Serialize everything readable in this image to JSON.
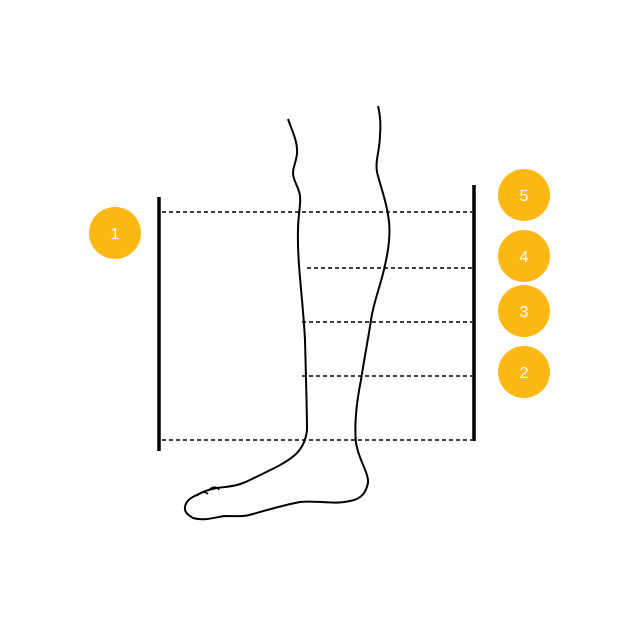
{
  "colors": {
    "badge": "#FDB813",
    "badge_text": "#FFFFFF",
    "line": "#000000"
  },
  "badges": [
    {
      "id": "1",
      "label": "1"
    },
    {
      "id": "5",
      "label": "5"
    },
    {
      "id": "4",
      "label": "4"
    },
    {
      "id": "3",
      "label": "3"
    },
    {
      "id": "2",
      "label": "2"
    }
  ]
}
